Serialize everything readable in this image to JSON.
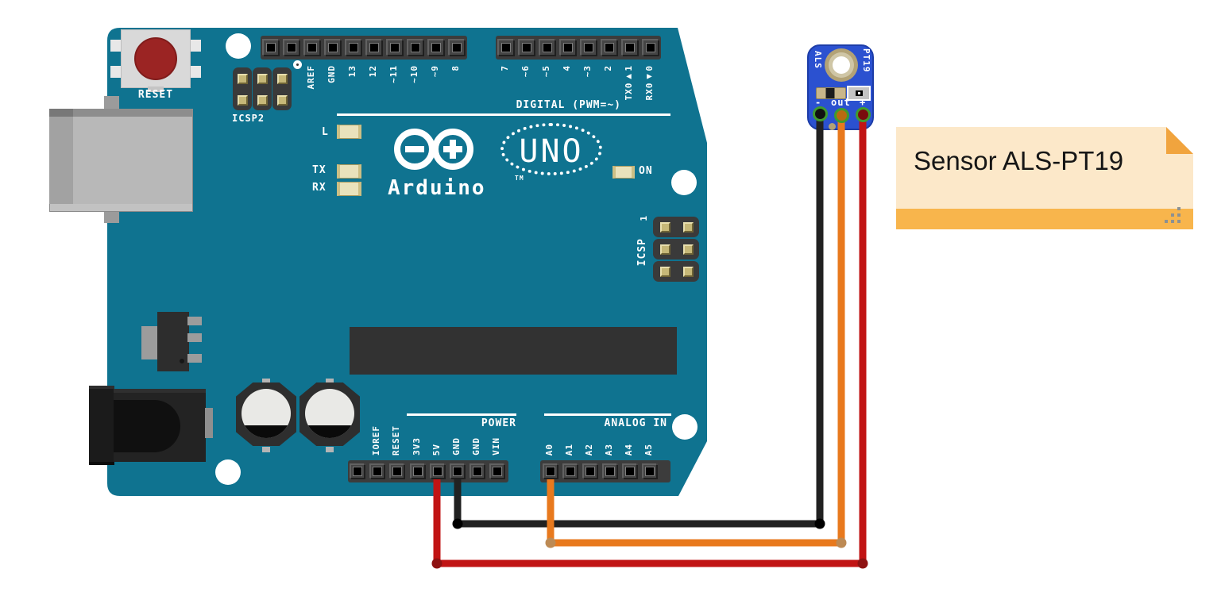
{
  "note": {
    "text": "Sensor ALS-PT19"
  },
  "arduino": {
    "reset_label": "RESET",
    "icsp2_label": "ICSP2",
    "icsp_label": "ICSP",
    "icsp_pin1_label": "1",
    "digital_caption": "DIGITAL (PWM=~)",
    "power_caption": "POWER",
    "analog_caption": "ANALOG IN",
    "logo_text": "Arduino",
    "logo_tm": "TM",
    "uno_text": "UNO",
    "led_l": "L",
    "led_tx": "TX",
    "led_rx": "RX",
    "led_on": "ON",
    "digital_pins_left": [
      "AREF",
      "GND",
      "13",
      "12",
      "~11",
      "~10",
      "~9",
      "8"
    ],
    "digital_pins_right": [
      "7",
      "~6",
      "~5",
      "4",
      "~3",
      "2",
      "TX0▶1",
      "RX0◀0"
    ],
    "power_pins": [
      "IOREF",
      "RESET",
      "3V3",
      "5V",
      "GND",
      "GND",
      "VIN"
    ],
    "analog_pins": [
      "A0",
      "A1",
      "A2",
      "A3",
      "A4",
      "A5"
    ]
  },
  "sensor": {
    "left_label": "ALS",
    "right_label": "PT19",
    "pin_labels": [
      "-",
      "out",
      "+"
    ]
  },
  "wires": [
    {
      "name": "ground-wire",
      "color": "#212121",
      "from": "GND",
      "to": "-"
    },
    {
      "name": "signal-wire",
      "color": "#e8791d",
      "from": "A0",
      "to": "out"
    },
    {
      "name": "power-wire",
      "color": "#c11414",
      "from": "5V",
      "to": "+"
    }
  ],
  "colors": {
    "board_teal": "#0f7390",
    "sensor_blue": "#2b51d0",
    "connection_green": "#3f9b2f",
    "note_body": "#fce8c9",
    "note_bar": "#f8b54c"
  }
}
